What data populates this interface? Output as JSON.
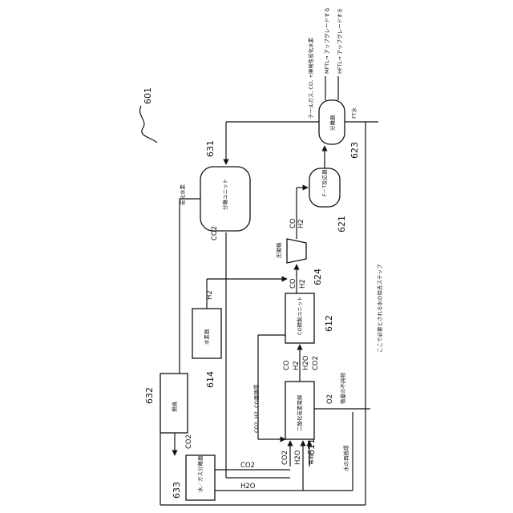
{
  "figure_ref": "601",
  "refs": {
    "r611": "611",
    "r612": "612",
    "r614": "614",
    "r621": "621",
    "r623": "623",
    "r624": "624",
    "r631": "631",
    "r632": "632",
    "r633": "633"
  },
  "units": {
    "co2_electrolysis": "二酸化炭素電解",
    "co_purification": "CO精製ユニット",
    "electrolyzer": "水素器",
    "combustion": "燃焼",
    "water_gas_separator": "水／ガス分離器",
    "separation_unit": "分離ユニット",
    "ft_reactor": "F－T反応器",
    "separator": "分離器",
    "compressor": "圧縮機"
  },
  "labels": {
    "hydrocarbons": "炭化水素",
    "tail_gas": "テールガス, CO, +揮発性炭化水素",
    "mftl_upgrade": "MFTL→ アップグレードする",
    "hftl_upgrade": "HFTL→ アップグレードする",
    "ft_water": "FT水",
    "required_water_removal": "ここで必要とされる水の除去ステップ",
    "co2_h2_co_recycle": "CO2, H2, CO再循環",
    "trace_impurities": "微量の不純物",
    "water_recycle": "水の再循環",
    "electricity": "電気",
    "h2o_line": "H2O",
    "co2_line": "CO2"
  },
  "chem": {
    "co2": "CO2",
    "h2": "H2",
    "co": "CO",
    "h2o": "H2O",
    "o2": "O2"
  }
}
